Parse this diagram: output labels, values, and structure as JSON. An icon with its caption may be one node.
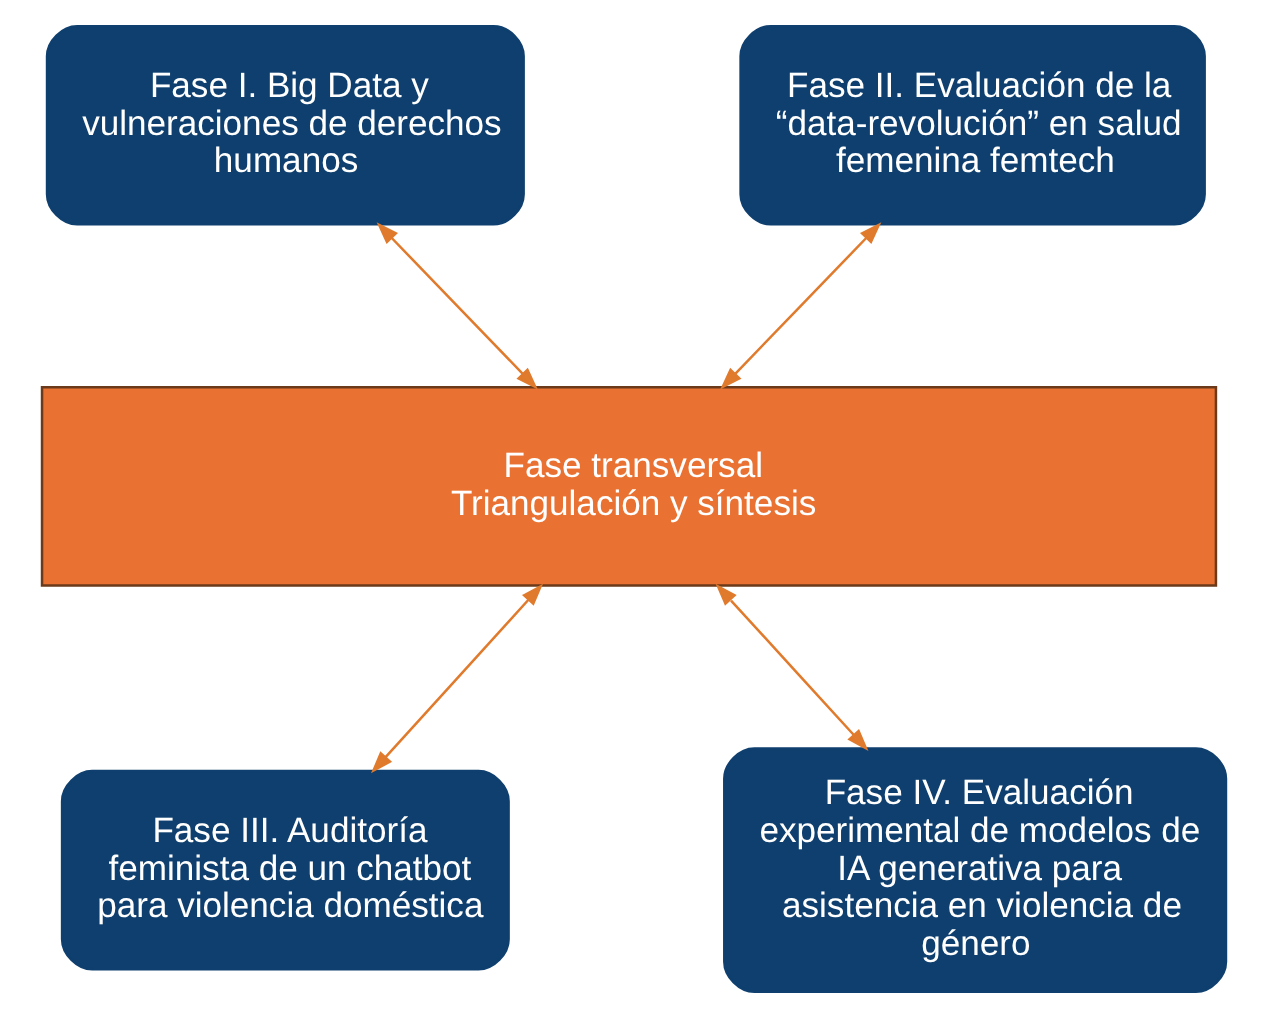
{
  "diagram": {
    "nodes": [
      {
        "text": [
          "Fase I. Big Data y vulneraciones de derechos humanos"
        ]
      },
      {
        "text": [
          "Fase II. Evaluación de la “data-revolución” en salud femenina femtech"
        ]
      },
      {
        "text": [
          "Fase transversal",
          "Triangulación y síntesis"
        ]
      },
      {
        "text": [
          "Fase III. Auditoría feminista de un chatbot para violencia doméstica"
        ]
      },
      {
        "text": [
          "Fase IV. Evaluación experimental de modelos de IA generativa para asistencia en violencia de género"
        ]
      }
    ],
    "edges": [
      {
        "from": 0,
        "to": 2,
        "arrow": "both"
      },
      {
        "from": 1,
        "to": 2,
        "arrow": "both"
      },
      {
        "from": 2,
        "to": 3,
        "arrow": "both"
      },
      {
        "from": 2,
        "to": 4,
        "arrow": "both"
      }
    ]
  }
}
